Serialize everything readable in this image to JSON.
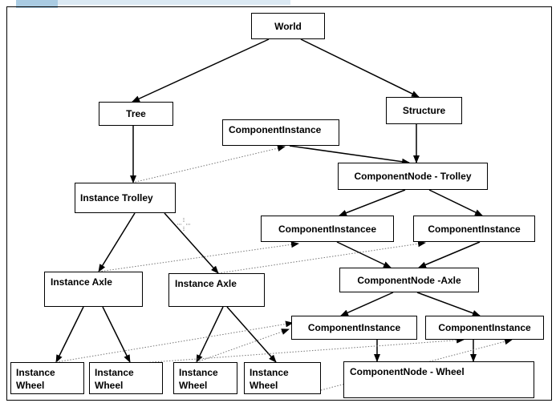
{
  "diagram": {
    "nodes": {
      "world": "World",
      "tree": "Tree",
      "structure": "Structure",
      "component_instance_top": "ComponentInstance",
      "instance_trolley": "Instance Trolley",
      "component_node_trolley": "ComponentNode - Trolley",
      "component_instancee": "ComponentInstancee",
      "component_instance_right": "ComponentInstance",
      "instance_axle_1": "Instance Axle",
      "instance_axle_2": "Instance Axle",
      "component_node_axle": "ComponentNode -Axle",
      "component_instance_low_left": "ComponentInstance",
      "component_instance_low_right": "ComponentInstance",
      "instance_wheel_1": "Instance Wheel",
      "instance_wheel_2": "Instance Wheel",
      "instance_wheel_3": "Instance Wheel",
      "instance_wheel_4": "Instance Wheel",
      "component_node_wheel": "ComponentNode - Wheel"
    }
  }
}
